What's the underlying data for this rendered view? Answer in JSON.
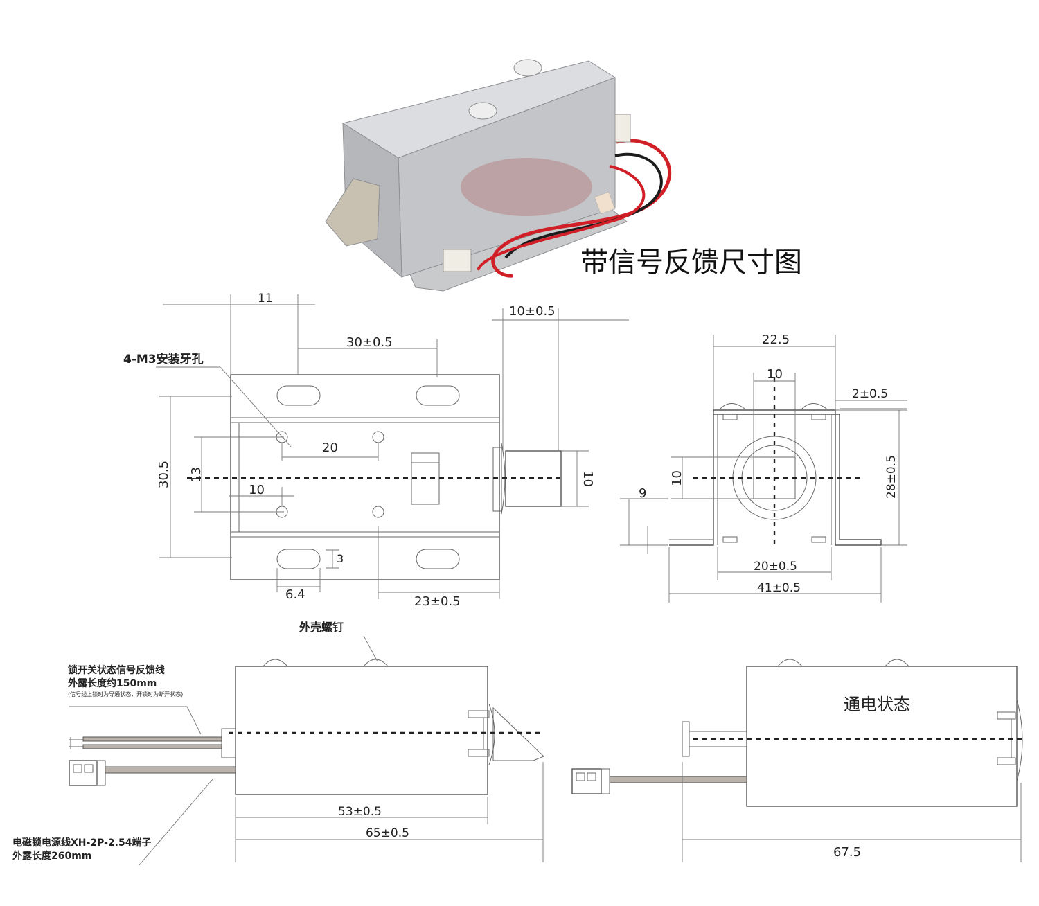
{
  "title": "带信号反馈尺寸图",
  "dims": {
    "d11": "11",
    "d10_05": "10±0.5",
    "d30_05": "30±0.5",
    "d4m3": "4-M3安装牙孔",
    "d30_5": "30.5",
    "d13": "13",
    "d20": "20",
    "d10a": "10",
    "d10b": "10",
    "d3": "3",
    "d6_4": "6.4",
    "d23_05": "23±0.5",
    "d22_5": "22.5",
    "d10c": "10",
    "d2_05": "2±0.5",
    "d9": "9",
    "d10d": "10",
    "d28_05": "28±0.5",
    "d20_05": "20±0.5",
    "d41_05": "41±0.5",
    "d53_05": "53±0.5",
    "d65_05": "65±0.5",
    "d67_5": "67.5"
  },
  "notes": {
    "shell_screw": "外壳螺钉",
    "signal_line_1": "锁开关状态信号反馈线",
    "signal_line_2": "外露长度约150mm",
    "signal_line_3": "(信号线上锁时为导通状态，开锁时为断开状态)",
    "power_line_1": "电磁锁电源线XH-2P-2.54端子",
    "power_line_2": "外露长度260mm",
    "energized": "通电状态"
  }
}
